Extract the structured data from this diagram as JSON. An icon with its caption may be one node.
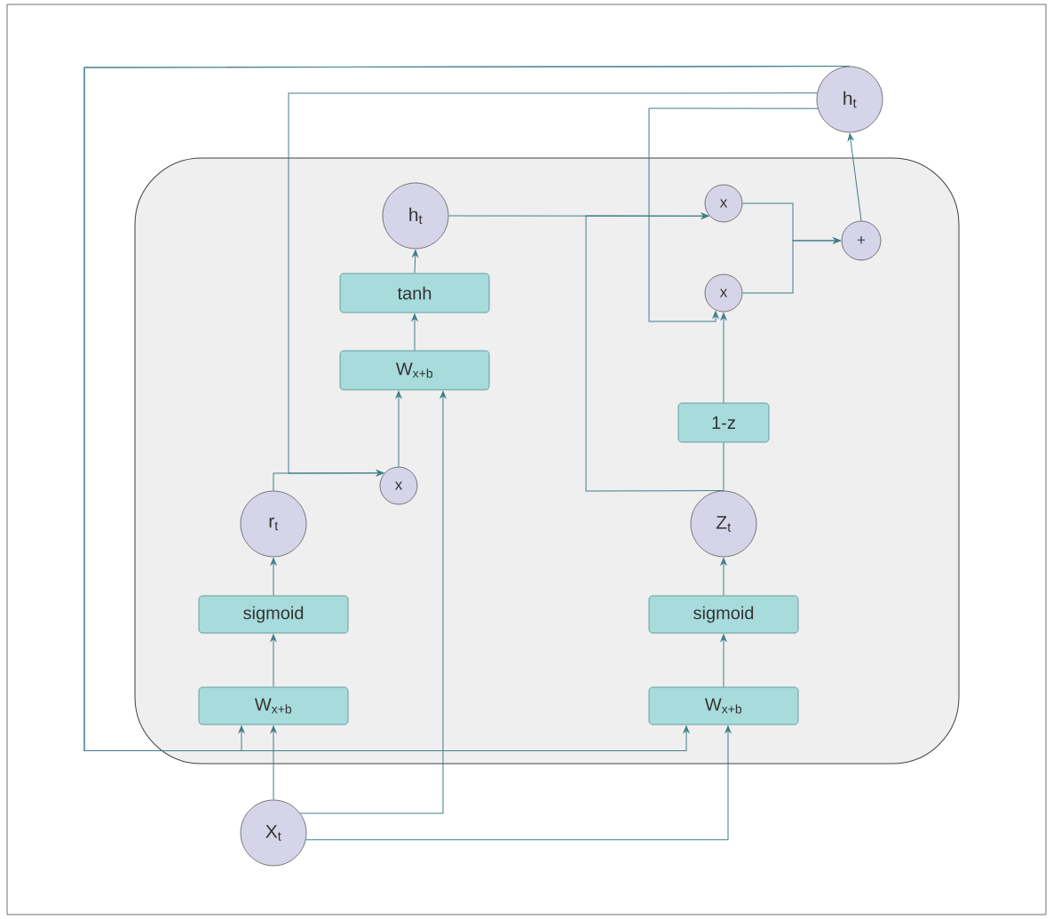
{
  "diagram": {
    "nodes": [
      {
        "text": [],
        "shape": "box"
      },
      {
        "text": [
          "h$_{t}$"
        ],
        "in": 0
      },
      {
        "text": [
          "tanh"
        ],
        "in": 0
      },
      {
        "text": [
          "W$_{x+b}$"
        ],
        "in": 0
      },
      {
        "text": [
          "x"
        ],
        "in": 0
      },
      {
        "text": [
          "r$_{t}$"
        ],
        "in": 0
      },
      {
        "text": [
          "sigmoid"
        ],
        "in": 0
      },
      {
        "text": [
          "W$_{x+b}$"
        ],
        "in": 0
      },
      {
        "text": [
          "x"
        ],
        "in": 0
      },
      {
        "text": [
          "x"
        ],
        "in": 0
      },
      {
        "text": [
          "+"
        ],
        "in": 0
      },
      {
        "text": [
          "1-z"
        ],
        "in": 0
      },
      {
        "text": [
          "Z$_{t}$"
        ],
        "in": 0
      },
      {
        "text": [
          "sigmoid"
        ],
        "in": 0
      },
      {
        "text": [
          "W$_{x+b}$"
        ],
        "in": 0
      },
      {
        "text": [
          "h$_{t}$"
        ]
      },
      {
        "text": [
          "X$_{t}$"
        ]
      }
    ],
    "edges": [
      {
        "from": 15,
        "to": 7,
        "arrow": "to"
      },
      {
        "from": 15,
        "to": 14,
        "arrow": "to"
      },
      {
        "from": 15,
        "to": 4,
        "arrow": "to"
      },
      {
        "from": 5,
        "to": 4,
        "arrow": "to"
      },
      {
        "from": 4,
        "to": 3,
        "arrow": "to"
      },
      {
        "from": 3,
        "to": 2,
        "arrow": "to"
      },
      {
        "from": 2,
        "to": 1,
        "arrow": "to"
      },
      {
        "from": 16,
        "to": 7,
        "arrow": "to"
      },
      {
        "from": 16,
        "to": 3,
        "arrow": "to"
      },
      {
        "from": 16,
        "to": 14,
        "arrow": "to"
      },
      {
        "from": 7,
        "to": 6,
        "arrow": "to"
      },
      {
        "from": 6,
        "to": 5,
        "arrow": "to"
      },
      {
        "from": 14,
        "to": 13,
        "arrow": "to"
      },
      {
        "from": 13,
        "to": 12,
        "arrow": "to"
      },
      {
        "from": 12,
        "to": 11,
        "arrow": "none"
      },
      {
        "from": 11,
        "to": 9,
        "arrow": "to"
      },
      {
        "from": 15,
        "to": 9,
        "arrow": "to"
      },
      {
        "from": 1,
        "to": 8,
        "arrow": "to"
      },
      {
        "from": 12,
        "to": 8,
        "arrow": "to"
      },
      {
        "from": 8,
        "to": 10,
        "arrow": "to"
      },
      {
        "from": 9,
        "to": 10,
        "arrow": "to"
      },
      {
        "from": 10,
        "to": 15,
        "arrow": "to"
      }
    ]
  }
}
